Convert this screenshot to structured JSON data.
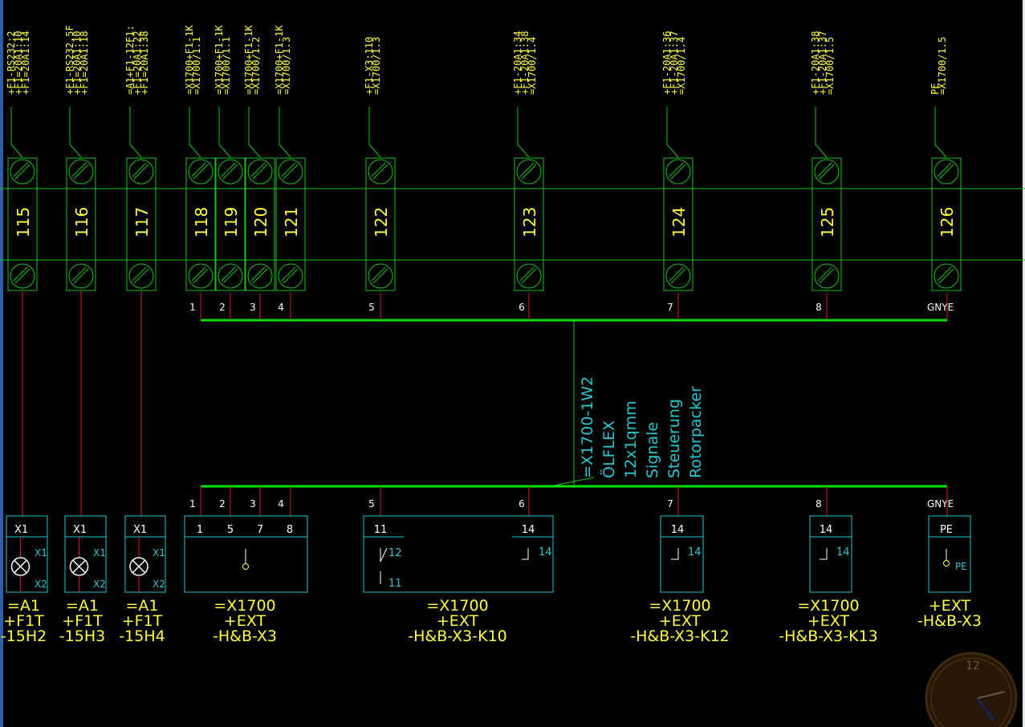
{
  "colors": {
    "background": "#000000",
    "terminal": "#19c419",
    "bus": "#00e000",
    "wire": "#d42020",
    "device": "#29c6d0",
    "label": "#ffff40",
    "terminal_text": "#ffff40"
  },
  "terminals": [
    {
      "number": "115",
      "ann": [
        "+F1-RS232:2",
        "+F1=20A1:10",
        "+F1=20A1:14"
      ]
    },
    {
      "number": "116",
      "ann": [
        "+F1-RS232.5F",
        "+F1=20A1:10",
        "+F1=20A1:18"
      ]
    },
    {
      "number": "117",
      "ann": [
        "=A1+F1-12F1:",
        "+F1=20A1:22",
        "+F1=20A1:38"
      ]
    },
    {
      "number": "118",
      "ann": [
        "=X1700+F1-1K",
        "=X1700/1.1"
      ]
    },
    {
      "number": "119",
      "ann": [
        "=X1700+F1-1K",
        "=X1700/1.1"
      ]
    },
    {
      "number": "120",
      "ann": [
        "=X1700+F1-1K",
        "=X1700/1.2"
      ]
    },
    {
      "number": "121",
      "ann": [
        "=X1700+F1-1K",
        "=X1700/1.3"
      ]
    },
    {
      "number": "122",
      "ann": [
        "+F1-X3:110",
        "=X1700/1.3"
      ]
    },
    {
      "number": "123",
      "ann": [
        "+F1-20A1:34",
        "+F1-20A1:38",
        "=X1700/1.4"
      ]
    },
    {
      "number": "124",
      "ann": [
        "+F1-20A1:36",
        "+F1-20A1:37",
        "=X1700/1.4"
      ]
    },
    {
      "number": "125",
      "ann": [
        "+F1-20A1:38",
        "+F1-20A1:37",
        "=X1700/1.5"
      ]
    },
    {
      "number": "126",
      "ann": [
        "PE",
        "=X1700/1.5"
      ]
    }
  ],
  "cable": {
    "id": "=X1700-1W2",
    "type": "ÖLFLEX",
    "spec": "12x1qmm",
    "usage": "Signale",
    "function": "Steuerung",
    "target": "Rotorpacker",
    "top_cores": [
      "1",
      "2",
      "3",
      "4",
      "5",
      "6",
      "7",
      "8",
      "GNYE"
    ],
    "bottom_cores": [
      "1",
      "2",
      "3",
      "4",
      "5",
      "6",
      "7",
      "8",
      "GNYE"
    ]
  },
  "devices": [
    {
      "kind": "lamp",
      "head": "X1",
      "pins": [
        "X1",
        "X2"
      ],
      "ref": [
        "=A1",
        "+F1T",
        "-15H2"
      ]
    },
    {
      "kind": "lamp",
      "head": "X1",
      "pins": [
        "X1",
        "X2"
      ],
      "ref": [
        "=A1",
        "+F1T",
        "-15H3"
      ]
    },
    {
      "kind": "lamp",
      "head": "X1",
      "pins": [
        "X1",
        "X2"
      ],
      "ref": [
        "=A1",
        "+F1T",
        "-15H4"
      ]
    },
    {
      "kind": "plug",
      "head": [
        "1",
        "5",
        "7",
        "8"
      ],
      "ref": [
        "=X1700",
        "+EXT",
        "-H&B-X3"
      ]
    },
    {
      "kind": "relay2",
      "head": [
        "11",
        "14"
      ],
      "pins": [
        "12",
        "11",
        "14"
      ],
      "ref": [
        "=X1700",
        "+EXT",
        "-H&B-X3-K10"
      ]
    },
    {
      "kind": "relay1",
      "head": "14",
      "pins": [
        "14"
      ],
      "ref": [
        "=X1700",
        "+EXT",
        "-H&B-X3-K12"
      ]
    },
    {
      "kind": "relay1",
      "head": "14",
      "pins": [
        "14"
      ],
      "ref": [
        "=X1700",
        "+EXT",
        "-H&B-X3-K13"
      ]
    },
    {
      "kind": "pe",
      "head": "PE",
      "pins": [
        "PE"
      ],
      "ref": [
        "+EXT",
        "-H&B-X3"
      ]
    }
  ],
  "clock": {
    "numeral": "12"
  }
}
